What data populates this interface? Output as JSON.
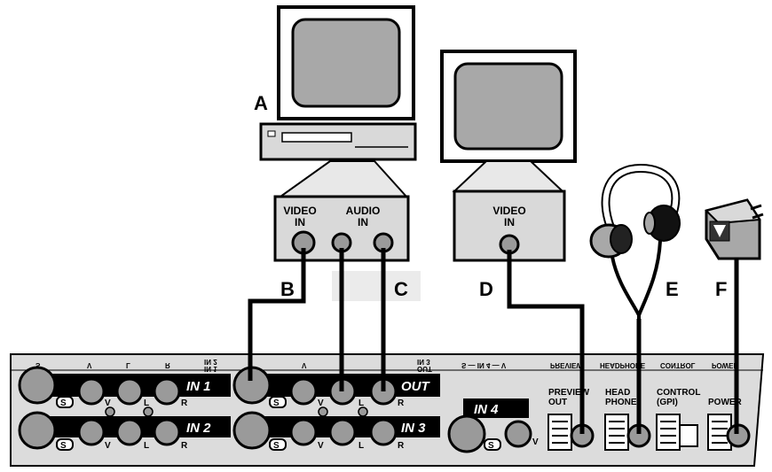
{
  "callouts": {
    "a": "A",
    "b": "B",
    "c": "C",
    "d": "D",
    "e": "E",
    "f": "F"
  },
  "monitor_a_box": {
    "video_line1": "VIDEO",
    "video_line2": "IN",
    "audio_line1": "AUDIO",
    "audio_line2": "IN"
  },
  "monitor_d_box": {
    "video_line1": "VIDEO",
    "video_line2": "IN"
  },
  "panel": {
    "rows": {
      "in1": "IN 1",
      "in2": "IN 2",
      "out": "OUT",
      "in3": "IN 3",
      "in4": "IN 4"
    },
    "jack_letters": {
      "s": "S",
      "v": "V",
      "l": "L",
      "r": "R"
    },
    "outputs": {
      "preview_1": "PREVIEW",
      "preview_2": "OUT",
      "head_1": "HEAD",
      "head_2": "PHONE",
      "control_1": "CONTROL",
      "control_2": "(GPI)",
      "power": "POWER"
    },
    "top_edge_mirrored": {
      "s": "S",
      "v": "V",
      "l": "L",
      "r": "R",
      "in1_in2_top": "IN 1",
      "in1_in2_bottom": "IN 2",
      "out_in3_top": "OUT",
      "out_in3_bottom": "IN 3",
      "in4_row": "S — IN 4 — V",
      "preview": "PREVIEW",
      "headphone": "HEADPHONE",
      "control": "CONTROL",
      "power": "POWER"
    }
  },
  "colors": {
    "ink": "#000000",
    "screen": "#a8a8a8",
    "box": "#d9d9d9",
    "jack": "#9a9a9a",
    "panel": "#dcdcdc"
  }
}
